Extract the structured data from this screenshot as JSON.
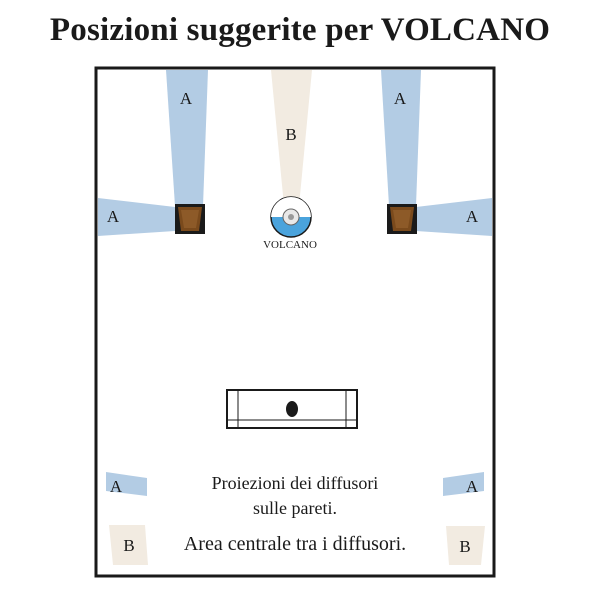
{
  "title": "Posizioni suggerite per VOLCANO",
  "labels": {
    "zone_a": "A",
    "zone_b": "B",
    "subwoofer": "VOLCANO"
  },
  "legend": {
    "projection_text_line1": "Proiezioni dei diffusori",
    "projection_text_line2": "sulle pareti.",
    "center_text": "Area centrale tra i diffusori."
  },
  "colors": {
    "zone_a": "#b3cce4",
    "zone_b": "#f2ebe1",
    "speaker": "#7a4a1c",
    "room_border": "#1a1a1a",
    "subwoofer_blue": "#4aa3dc"
  },
  "icons": [
    "speaker-icon",
    "subwoofer-icon",
    "sofa-icon"
  ]
}
